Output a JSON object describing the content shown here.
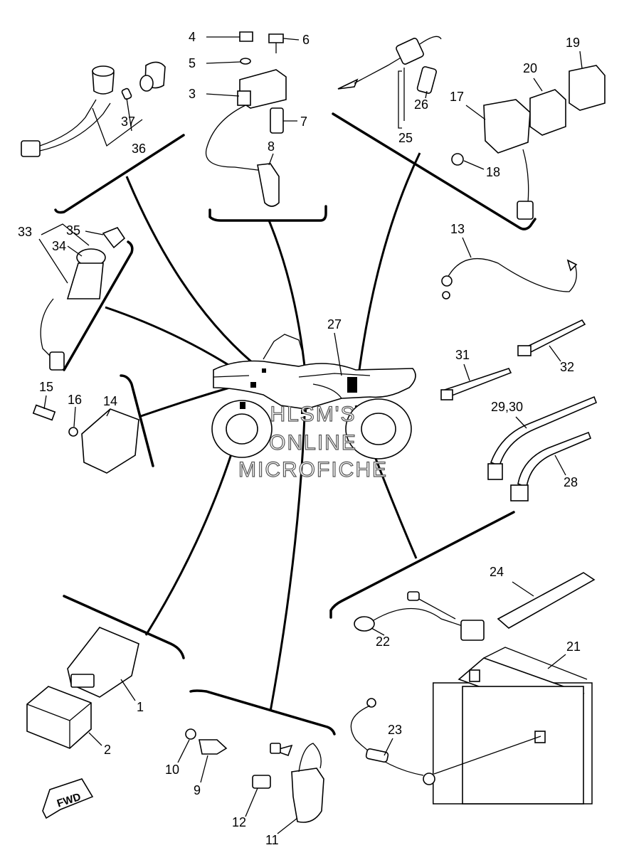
{
  "watermark": {
    "line1": "HLSM'S",
    "line2": "ONLINE",
    "line3": "MICROFICHE"
  },
  "fwd_label": "FWD",
  "callouts": {
    "c1": "1",
    "c2": "2",
    "c3": "3",
    "c4": "4",
    "c5": "5",
    "c6": "6",
    "c7": "7",
    "c8": "8",
    "c9": "9",
    "c10": "10",
    "c11": "11",
    "c12": "12",
    "c13": "13",
    "c14": "14",
    "c15": "15",
    "c16": "16",
    "c17": "17",
    "c18": "18",
    "c19": "19",
    "c20": "20",
    "c21": "21",
    "c22": "22",
    "c23": "23",
    "c24": "24",
    "c25": "25",
    "c26": "26",
    "c27": "27",
    "c28": "28",
    "c2930": "29,30",
    "c31": "31",
    "c32": "32",
    "c33": "33",
    "c34": "34",
    "c35": "35",
    "c36": "36",
    "c37": "37"
  }
}
